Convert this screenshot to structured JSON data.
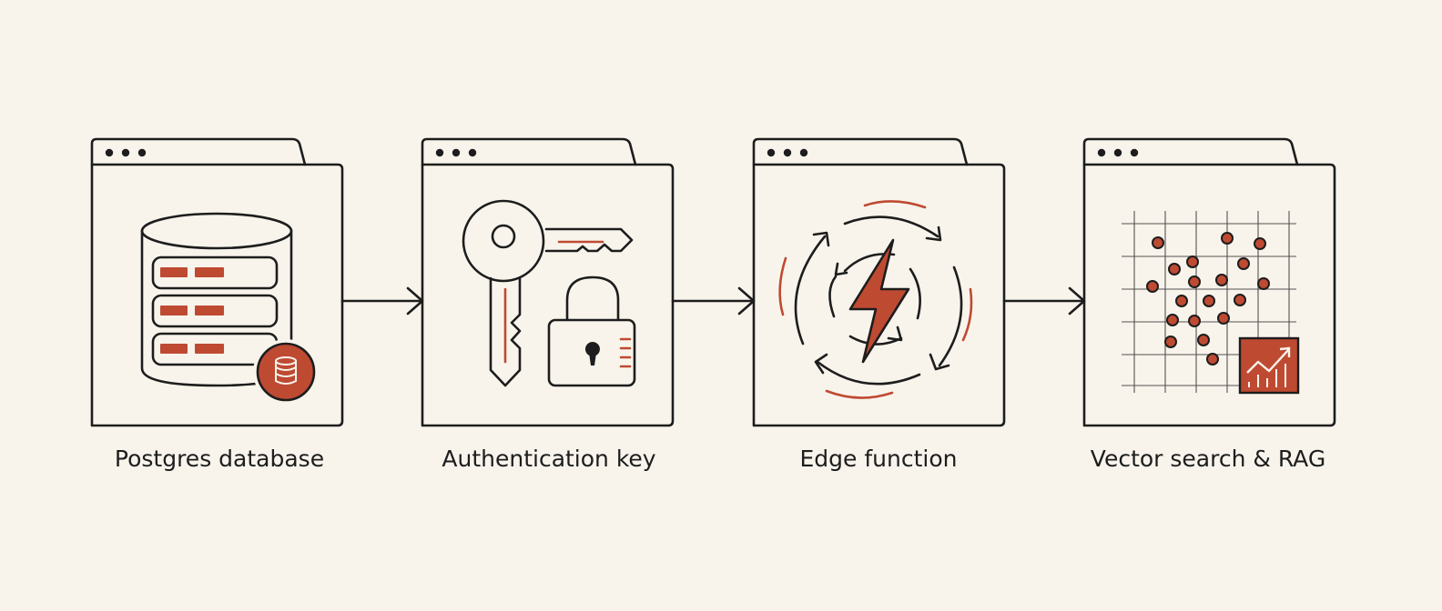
{
  "colors": {
    "background": "#f8f4ec",
    "ink": "#1d1d1d",
    "accent": "#bf4a32"
  },
  "steps": [
    {
      "label": "Postgres database",
      "icon": "database-icon"
    },
    {
      "label": "Authentication key",
      "icon": "key-lock-icon"
    },
    {
      "label": "Edge function",
      "icon": "lightning-cycle-icon"
    },
    {
      "label": "Vector search & RAG",
      "icon": "vector-scatter-icon"
    }
  ]
}
